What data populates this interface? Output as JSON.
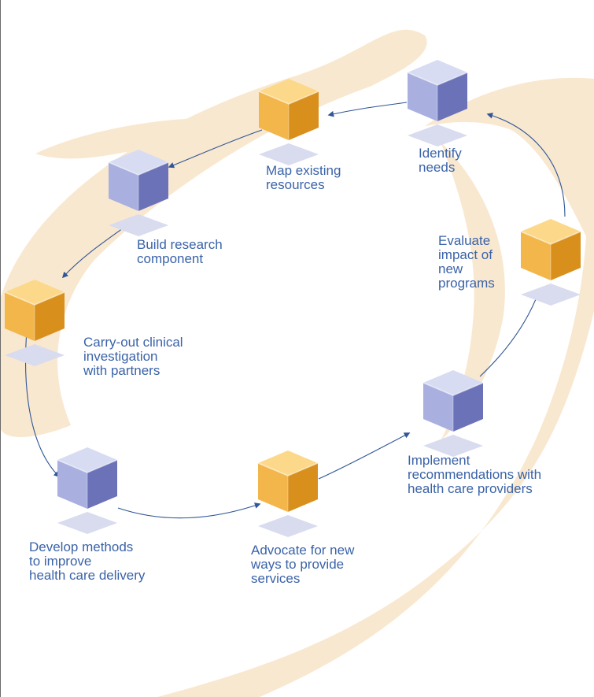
{
  "diagram": {
    "colors": {
      "swirl": "#f9e8d0",
      "arrow": "#2f5696",
      "text": "#3a63a8",
      "gold_light": "#fcd98a",
      "gold_mid": "#f2b64a",
      "gold_dark": "#d98f1c",
      "blue_light": "#d7dcf2",
      "blue_mid": "#a9b0df",
      "blue_dark": "#6c72b8",
      "shadow": "#d9dbef"
    },
    "steps": [
      {
        "id": "identify-needs",
        "label": "Identify\nneeds",
        "cube": "blue"
      },
      {
        "id": "map-existing-resources",
        "label": "Map existing\nresources",
        "cube": "gold"
      },
      {
        "id": "build-research-component",
        "label": "Build research\ncomponent",
        "cube": "blue"
      },
      {
        "id": "carry-out-clinical-investigation",
        "label": "Carry-out clinical\ninvestigation\nwith partners",
        "cube": "gold"
      },
      {
        "id": "develop-methods",
        "label": "Develop methods\nto improve\nhealth care delivery",
        "cube": "blue"
      },
      {
        "id": "advocate-for-new-ways",
        "label": "Advocate for new\nways to provide\nservices",
        "cube": "gold"
      },
      {
        "id": "implement-recommendations",
        "label": "Implement\nrecommendations with\nhealth care providers",
        "cube": "blue"
      },
      {
        "id": "evaluate-impact",
        "label": "Evaluate\nimpact of\nnew\nprograms",
        "cube": "gold"
      }
    ]
  }
}
